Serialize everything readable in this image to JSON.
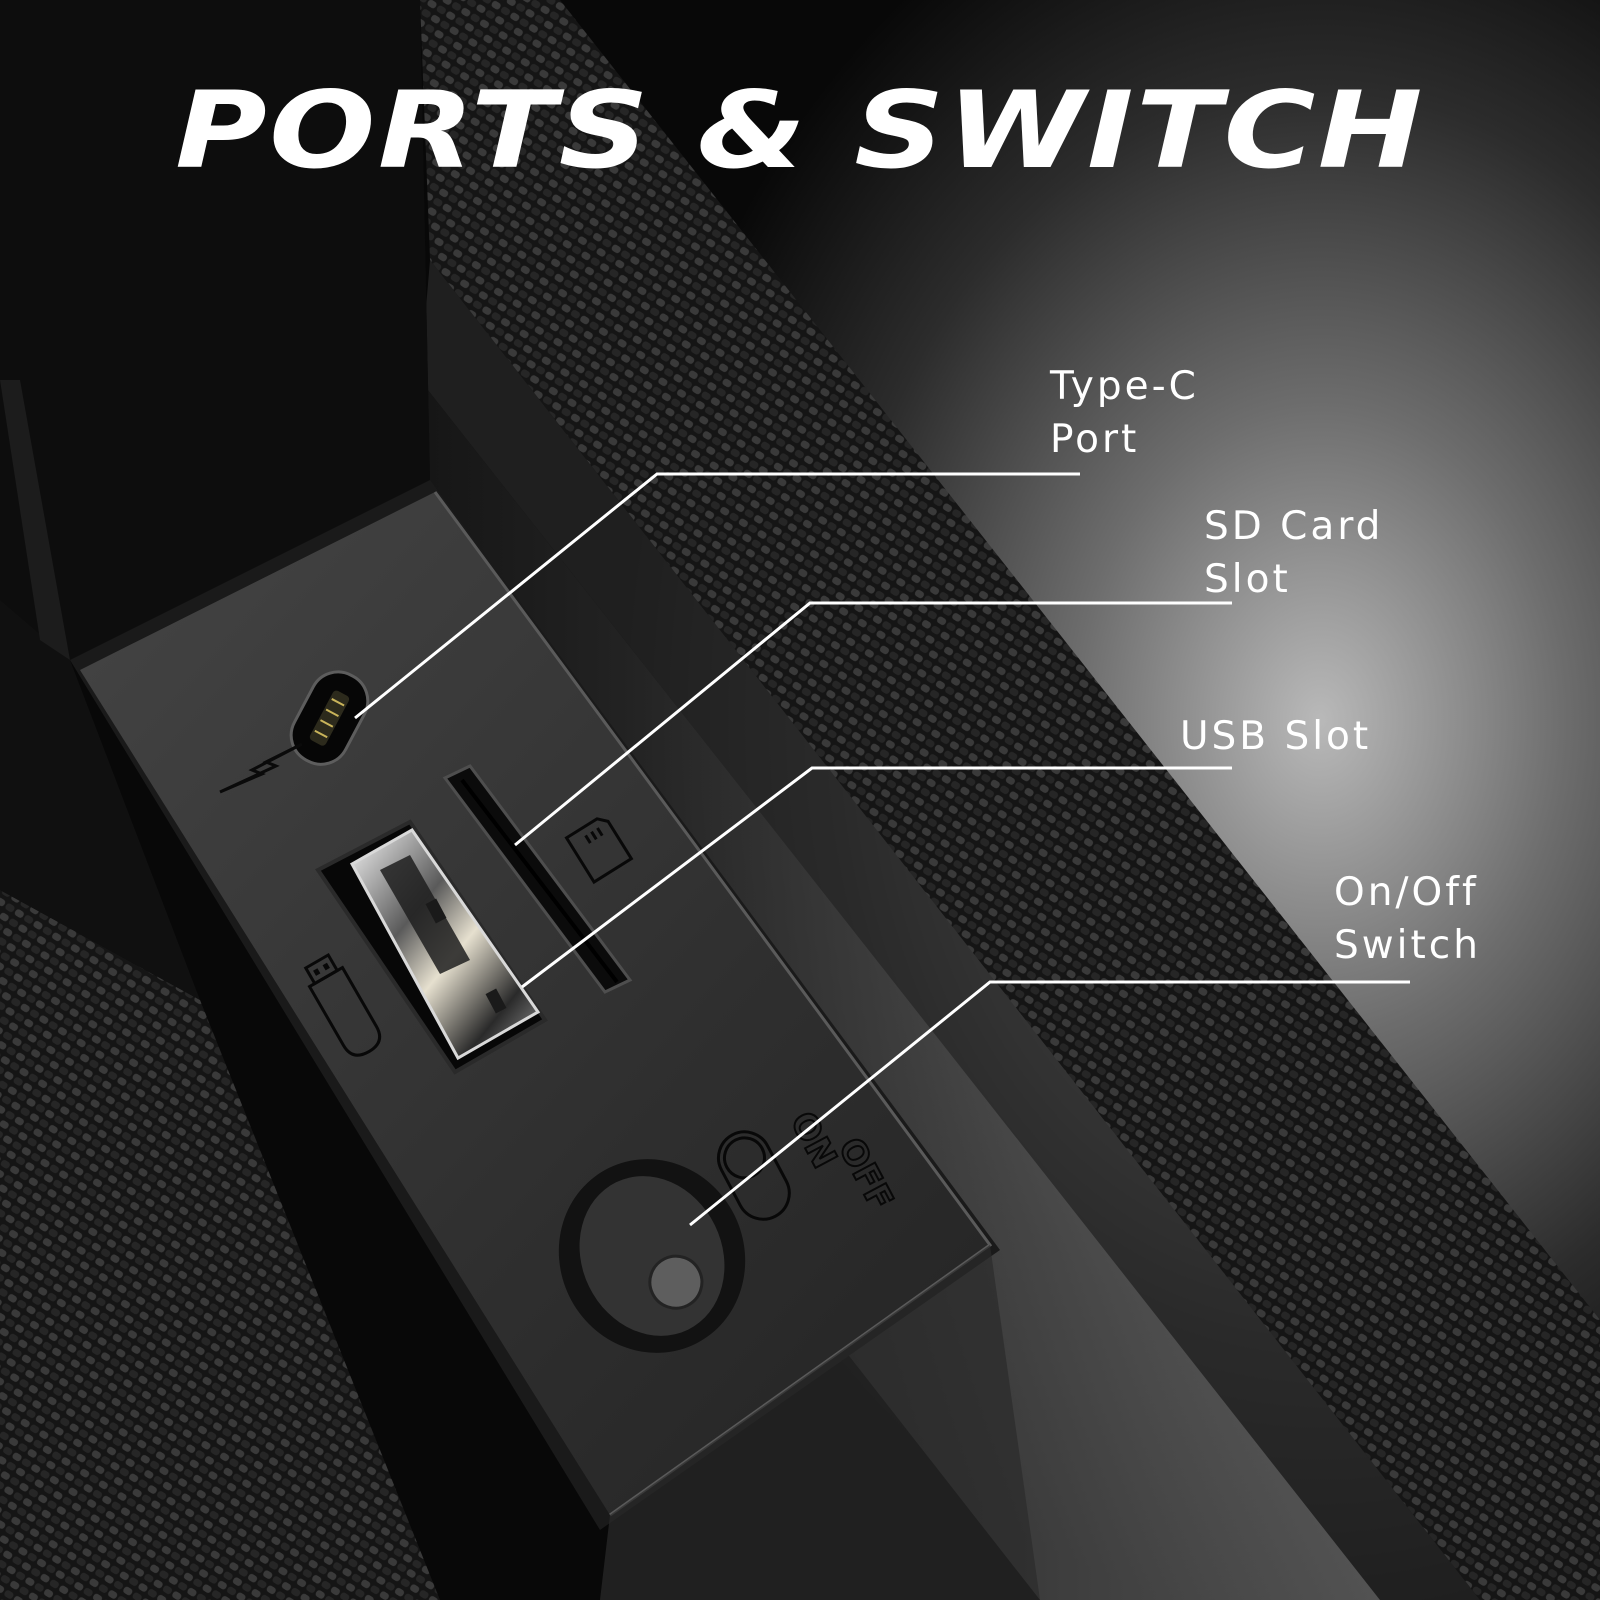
{
  "title": "PORTS & SWITCH",
  "callouts": {
    "type_c": {
      "line1": "Type-C",
      "line2": "Port"
    },
    "sd_card": {
      "line1": "SD Card",
      "line2": "Slot"
    },
    "usb": {
      "line1": "USB Slot"
    },
    "switch": {
      "line1": "On/Off",
      "line2": "Switch"
    }
  },
  "switch_labels": {
    "on": "ON",
    "off": "OFF"
  },
  "icons": [
    "lightning-icon",
    "sd-card-icon",
    "usb-drive-icon",
    "power-switch-icon"
  ],
  "colors": {
    "text": "#ffffff",
    "body": "#141414",
    "panel": "#3a3a3a",
    "fabric": "#1b1b1b"
  }
}
